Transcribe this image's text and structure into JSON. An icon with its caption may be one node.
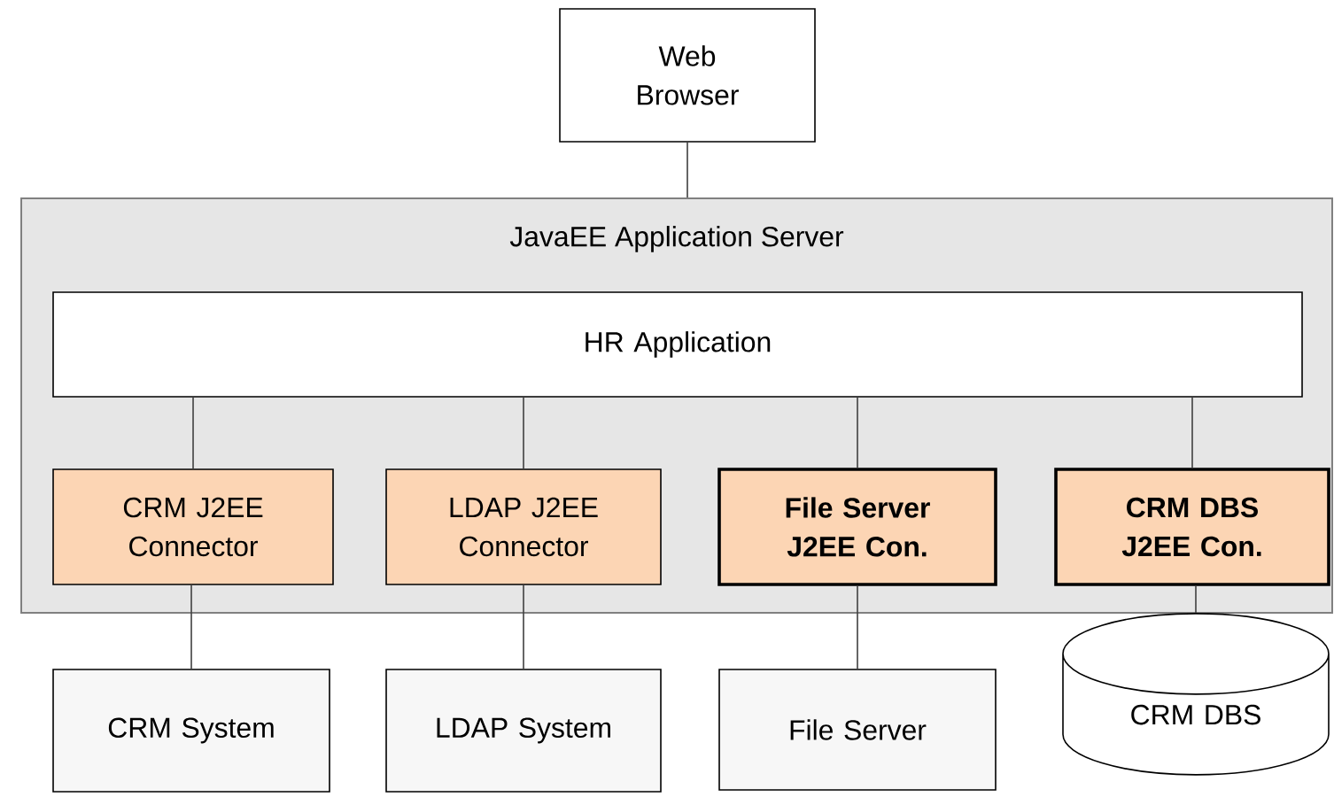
{
  "diagram": {
    "nodes": [
      {
        "text": [
          "Web Browser"
        ]
      },
      {
        "text": [
          "JavaEE Application Server"
        ]
      },
      {
        "text": [
          "HR Application"
        ],
        "in": 1
      },
      {
        "text": [
          "CRM J2EE Connector"
        ],
        "in": 1
      },
      {
        "text": [
          "LDAP J2EE Connector"
        ],
        "in": 1
      },
      {
        "text": [
          "File Server J2EE Con."
        ],
        "in": 1
      },
      {
        "text": [
          "CRM DBS J2EE Con."
        ],
        "in": 1
      },
      {
        "text": [
          "CRM System"
        ]
      },
      {
        "text": [
          "LDAP System"
        ]
      },
      {
        "text": [
          "File Server"
        ]
      },
      {
        "text": [
          "CRM DBS"
        ]
      }
    ],
    "edges": [
      {
        "from": 0,
        "to": 1,
        "arrow": "none"
      },
      {
        "from": 2,
        "to": 3,
        "arrow": "none"
      },
      {
        "from": 2,
        "to": 4,
        "arrow": "none"
      },
      {
        "from": 2,
        "to": 5,
        "arrow": "none"
      },
      {
        "from": 2,
        "to": 6,
        "arrow": "none"
      },
      {
        "from": 3,
        "to": 7,
        "arrow": "none"
      },
      {
        "from": 4,
        "to": 8,
        "arrow": "none"
      },
      {
        "from": 5,
        "to": 9,
        "arrow": "none"
      },
      {
        "from": 6,
        "to": 10,
        "arrow": "none"
      }
    ]
  }
}
